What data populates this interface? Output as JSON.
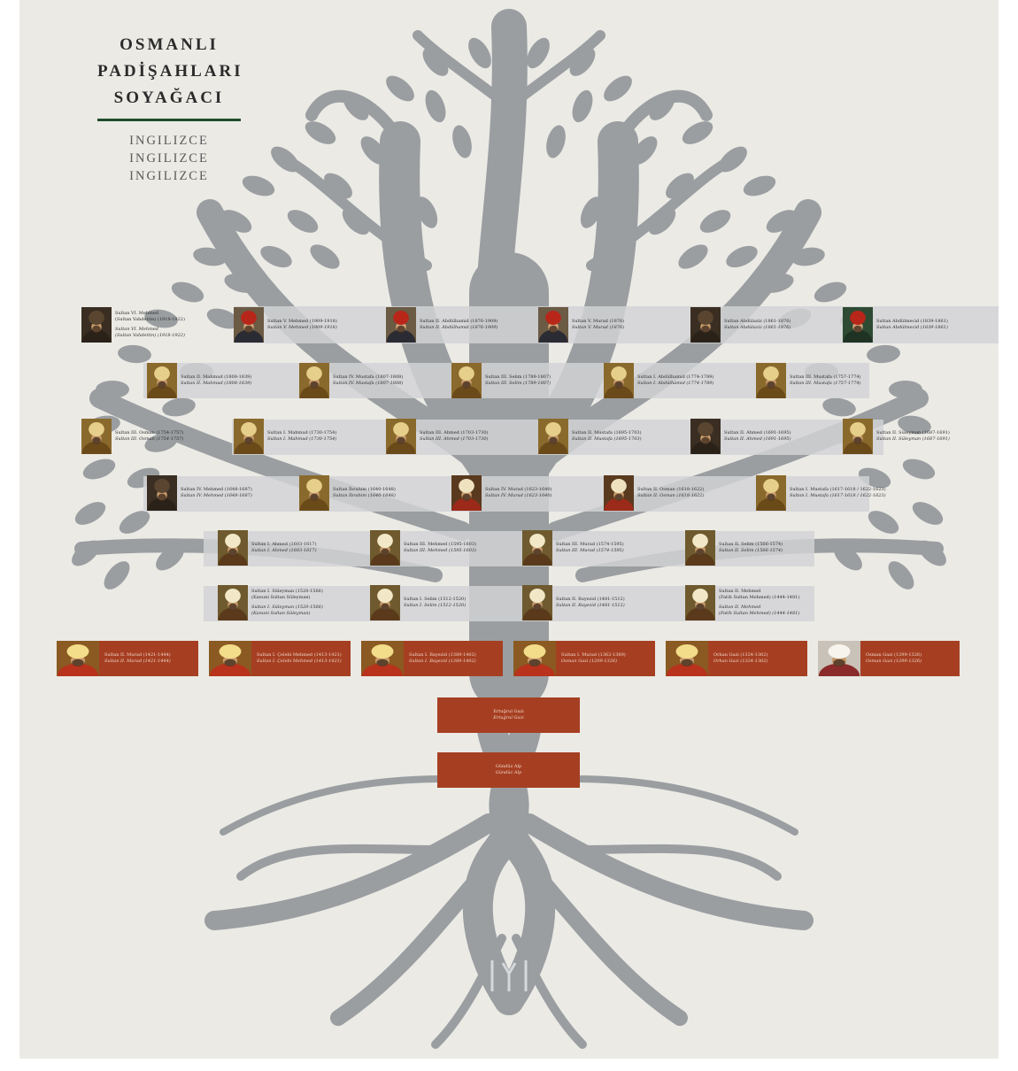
{
  "title": {
    "lines": [
      "OSMANLI",
      "PADİŞAHLARI",
      "SOYAĞACI"
    ],
    "subtitle_lines": [
      "INGILIZCE",
      "INGILIZCE",
      "INGILIZCE"
    ],
    "rule_color": "#1f4d2b"
  },
  "colors": {
    "background": "#ebeae5",
    "tree": "#9a9ea1",
    "band": "#d2d3d6",
    "founder_box": "#a63f22"
  },
  "rows": [
    [
      {
        "name": "Sultan VI. Mehmed",
        "name2": "(Sultan Vahdettin) (1918-1922)",
        "italic": "Sultan VI. Mehmed",
        "italic2": "(Sultan Vahdettin) (1918-1922)",
        "portrait": "portrait-dark"
      },
      {
        "name": "Sultan V. Mehmed (1909-1918)",
        "italic": "Sultan V. Mehmed (1909-1918)",
        "portrait": "portrait-red-fez"
      },
      {
        "name": "Sultan II. Abdülhamid (1876-1909)",
        "italic": "Sultan II. Abdülhamid (1876-1909)",
        "portrait": "portrait-red-fez"
      },
      {
        "name": "Sultan V. Murad (1876)",
        "italic": "Sultan V. Murad (1876)",
        "portrait": "portrait-red-fez"
      },
      {
        "name": "Sultan Abdülaziz (1861-1876)",
        "italic": "Sultan Abdülaziz (1861-1876)",
        "portrait": "portrait-dark"
      },
      {
        "name": "Sultan Abdülmecid (1839-1861)",
        "italic": "Sultan Abdülmecid (1839-1861)",
        "portrait": "portrait-green"
      }
    ],
    [
      {
        "name": "Sultan II. Mahmud (1808-1839)",
        "italic": "Sultan II. Mahmud (1808-1839)",
        "portrait": "portrait-gold"
      },
      {
        "name": "Sultan IV. Mustafa (1807-1808)",
        "italic": "Sultan IV. Mustafa (1807-1808)",
        "portrait": "portrait-gold"
      },
      {
        "name": "Sultan III. Selim (1789-1807)",
        "italic": "Sultan III. Selim (1789-1807)",
        "portrait": "portrait-gold"
      },
      {
        "name": "Sultan I. Abdülhamid (1774-1789)",
        "italic": "Sultan I. Abdülhamid (1774-1789)",
        "portrait": "portrait-gold"
      },
      {
        "name": "Sultan III. Mustafa (1757-1774)",
        "italic": "Sultan III. Mustafa (1757-1774)",
        "portrait": "portrait-gold"
      }
    ],
    [
      {
        "name": "Sultan III. Osman (1754-1757)",
        "italic": "Sultan III. Osman (1754-1757)",
        "portrait": "portrait-gold"
      },
      {
        "name": "Sultan I. Mahmud (1730-1754)",
        "italic": "Sultan I. Mahmud (1730-1754)",
        "portrait": "portrait-gold"
      },
      {
        "name": "Sultan III. Ahmed (1703-1730)",
        "italic": "Sultan III. Ahmed (1703-1730)",
        "portrait": "portrait-gold"
      },
      {
        "name": "Sultan II. Mustafa (1695-1703)",
        "italic": "Sultan II. Mustafa (1695-1703)",
        "portrait": "portrait-gold"
      },
      {
        "name": "Sultan II. Ahmed (1691-1695)",
        "italic": "Sultan II. Ahmed (1691-1695)",
        "portrait": "portrait-dark"
      },
      {
        "name": "Sultan II. Süleyman (1687-1691)",
        "italic": "Sultan II. Süleyman (1687-1691)",
        "portrait": "portrait-gold"
      }
    ],
    [
      {
        "name": "Sultan IV. Mehmed (1648-1687)",
        "italic": "Sultan IV. Mehmed (1648-1687)",
        "portrait": "portrait-dark"
      },
      {
        "name": "Sultan İbrahim (1640-1648)",
        "italic": "Sultan İbrahim (1640-1648)",
        "portrait": "portrait-gold"
      },
      {
        "name": "Sultan IV. Murad (1623-1640)",
        "italic": "Sultan IV. Murad (1623-1640)",
        "portrait": "portrait-red"
      },
      {
        "name": "Sultan II. Osman (1618-1622)",
        "italic": "Sultan II. Osman (1618-1622)",
        "portrait": "portrait-red"
      },
      {
        "name": "Sultan I. Mustafa (1617-1618 / 1622-1623)",
        "italic": "Sultan I. Mustafa (1617-1618 / 1622-1623)",
        "portrait": "portrait-gold"
      }
    ],
    [
      {
        "name": "Sultan I. Ahmed (1603-1617)",
        "italic": "Sultan I. Ahmed (1603-1617)",
        "portrait": "portrait-turban"
      },
      {
        "name": "Sultan III. Mehmed (1595-1603)",
        "italic": "Sultan III. Mehmed (1595-1603)",
        "portrait": "portrait-turban"
      },
      {
        "name": "Sultan III. Murad (1574-1595)",
        "italic": "Sultan III. Murad (1574-1595)",
        "portrait": "portrait-turban"
      },
      {
        "name": "Sultan II. Selim (1566-1574)",
        "italic": "Sultan II. Selim (1566-1574)",
        "portrait": "portrait-turban"
      }
    ],
    [
      {
        "name": "Sultan I. Süleyman (1520-1566)",
        "name2": "(Kanuni Sultan Süleyman)",
        "italic": "Sultan I. Süleyman (1520-1566)",
        "italic2": "(Kanuni Sultan Süleyman)",
        "portrait": "portrait-turban"
      },
      {
        "name": "Sultan I. Selim (1512-1520)",
        "italic": "Sultan I. Selim (1512-1520)",
        "portrait": "portrait-turban"
      },
      {
        "name": "Sultan II. Bayezid (1481-1512)",
        "italic": "Sultan II. Bayezid (1481-1512)",
        "portrait": "portrait-turban"
      },
      {
        "name": "Sultan II. Mehmed",
        "name2": "(Fatih Sultan Mehmed) (1444-1481)",
        "italic": "Sultan II. Mehmed",
        "italic2": "(Fatih Sultan Mehmed) (1444-1481)",
        "portrait": "portrait-turban"
      }
    ]
  ],
  "founders": [
    {
      "name": "Sultan II. Murad (1421-1444)",
      "italic": "Sultan II. Murad (1421-1444)",
      "portrait": "portrait-turban-red"
    },
    {
      "name": "Sultan I. Çelebi Mehmed (1413-1421)",
      "italic": "Sultan I. Çelebi Mehmed (1413-1421)",
      "portrait": "portrait-turban-red"
    },
    {
      "name": "Sultan I. Bayezid (1389-1402)",
      "italic": "Sultan I. Bayezid (1389-1402)",
      "portrait": "portrait-turban-red"
    },
    {
      "name": "Sultan I. Murad (1362-1389)",
      "italic": "Osman Gazi (1299-1326)",
      "portrait": "portrait-turban-red"
    },
    {
      "name": "Orhan Gazi (1324-1362)",
      "italic": "Orhan Gazi (1324-1362)",
      "portrait": "portrait-turban-red"
    },
    {
      "name": "Osman Gazi (1299-1326)",
      "italic": "Osman Gazi (1299-1326)",
      "portrait": "portrait-white-turban"
    }
  ],
  "ancestors": [
    {
      "name": "Ertuğrul Gazi",
      "italic": "Ertuğrul Gazi"
    },
    {
      "name": "Gündüz Alp",
      "italic": "Gündüz Alp"
    }
  ]
}
